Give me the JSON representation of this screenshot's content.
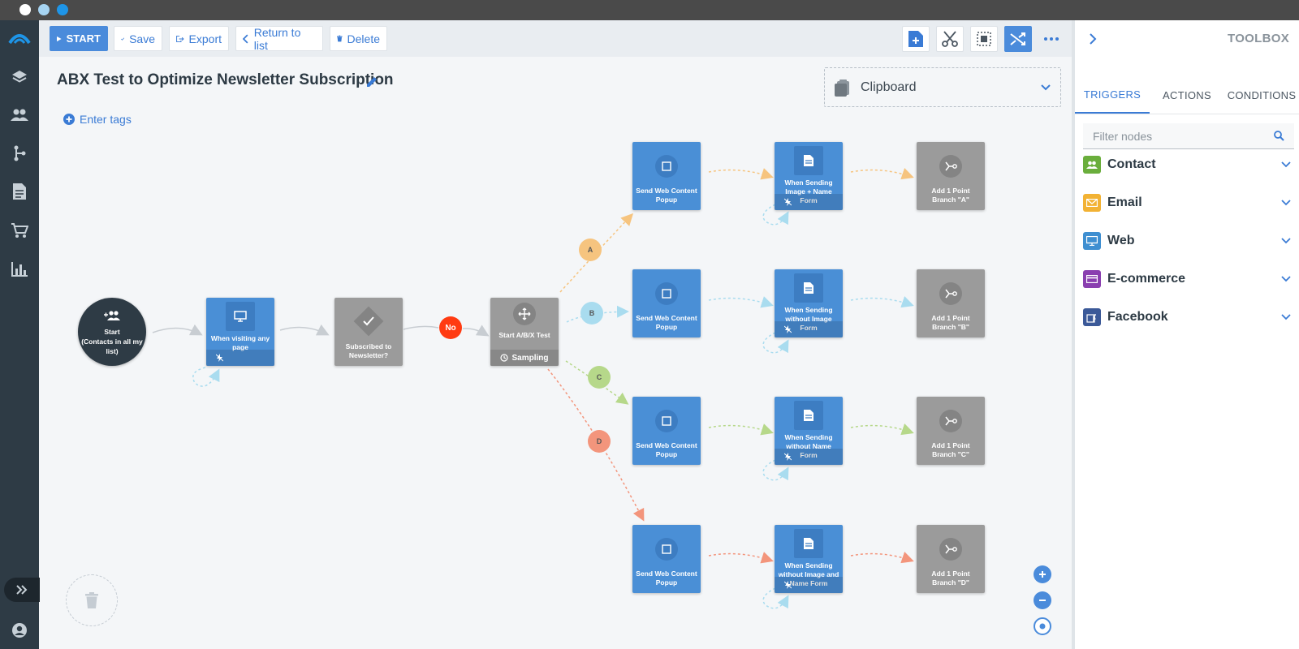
{
  "toolbar": {
    "start_label": "START",
    "save_label": "Save",
    "export_label": "Export",
    "return_label": "Return to list",
    "delete_label": "Delete"
  },
  "workflow": {
    "title": "ABX Test to Optimize Newsletter Subscription",
    "tags_label": "Enter tags",
    "clipboard_label": "Clipboard"
  },
  "nodes": {
    "start": {
      "line1": "Start",
      "line2": "(Contacts in all my list)"
    },
    "visit": "When visiting any page",
    "subscribed": "Subscribed to Newsletter?",
    "no": "No",
    "abtest": "Start A/B/X Test",
    "sampling": "Sampling",
    "popup_a": "Send Web Content Popup",
    "popup_b": "Send Web Content Popup",
    "popup_c": "Send Web Content Popup",
    "popup_d": "Send Web Content Popup",
    "form_a": "When Sending Image + Name Form",
    "form_b": "When Sending without Image Form",
    "form_c": "When Sending without Name Form",
    "form_d": "When Sending without Image and Name Form",
    "points_a": "Add 1 Point Branch \"A\"",
    "points_b": "Add 1 Point Branch \"B\"",
    "points_c": "Add 1 Point Branch \"C\"",
    "points_d": "Add 1 Point Branch \"D\""
  },
  "branches": {
    "a": "A",
    "b": "B",
    "c": "C",
    "d": "D"
  },
  "toolbox": {
    "title": "TOOLBOX",
    "tabs": [
      "TRIGGERS",
      "ACTIONS",
      "CONDITIONS"
    ],
    "filter_placeholder": "Filter nodes",
    "categories": [
      "Contact",
      "Email",
      "Web",
      "E-commerce",
      "Facebook"
    ]
  },
  "colors": {
    "accent": "#4a8bdb",
    "node_blue": "#4a8fd6",
    "node_gray": "#9b9b9b",
    "branch_a": "#f6c47f",
    "branch_b": "#a9dcef",
    "branch_c": "#b6d88a",
    "branch_d": "#f3957c",
    "no_badge": "#ff3b12"
  }
}
